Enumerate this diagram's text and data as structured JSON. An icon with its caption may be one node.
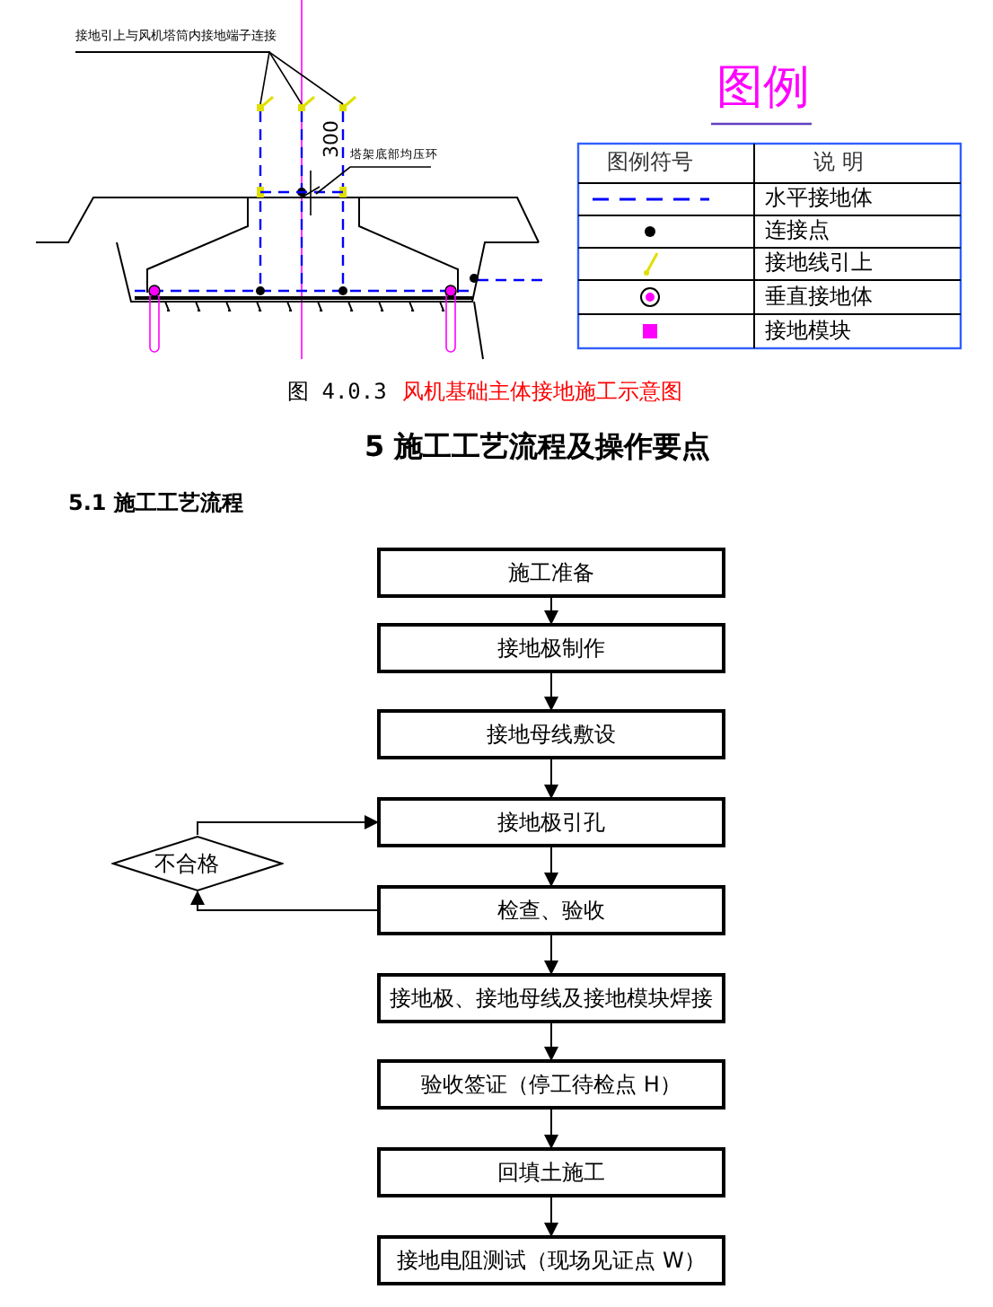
{
  "diagram": {
    "title": "5 施工工艺流程及操作要点",
    "nodes": [
      {
        "text": [
          "接地引上与风机塔筒内接地端子连接"
        ]
      },
      {
        "text": [
          "塔架底部均压环"
        ]
      },
      {
        "text": [
          "施工准备"
        ]
      },
      {
        "text": [
          "接地极制作"
        ]
      },
      {
        "text": [
          "接地母线敷设"
        ]
      },
      {
        "text": [
          "接地极引孔"
        ]
      },
      {
        "text": [
          "不合格"
        ]
      },
      {
        "text": [
          "检查、验收"
        ]
      },
      {
        "text": [
          "接地极、接地母线及接地模块焊接"
        ]
      },
      {
        "text": [
          "验收签证（停工待检点 H）"
        ]
      },
      {
        "text": [
          "回填土施工"
        ]
      },
      {
        "text": [
          "接地电阻测试（现场见证点 W）"
        ]
      },
      {
        "text": [],
        "shape": "mark"
      },
      {
        "text": [],
        "shape": "mark"
      },
      {
        "text": [],
        "shape": "mark"
      },
      {
        "text": [],
        "shape": "line"
      }
    ],
    "edges": [
      {
        "from": 0,
        "to": 12,
        "arrow": "none"
      },
      {
        "from": 0,
        "to": 13,
        "arrow": "none"
      },
      {
        "from": 0,
        "to": 14,
        "arrow": "none"
      },
      {
        "from": 1,
        "to": 15,
        "arrow": "none"
      },
      {
        "from": 2,
        "to": 3,
        "arrow": "to"
      },
      {
        "from": 3,
        "to": 4,
        "arrow": "to"
      },
      {
        "from": 4,
        "to": 5,
        "arrow": "to"
      },
      {
        "from": 5,
        "to": 7,
        "arrow": "to"
      },
      {
        "from": 7,
        "to": 6,
        "arrow": "to"
      },
      {
        "from": 6,
        "to": 5,
        "arrow": "to"
      },
      {
        "from": 7,
        "to": 8,
        "arrow": "to"
      },
      {
        "from": 8,
        "to": 9,
        "arrow": "to"
      },
      {
        "from": 9,
        "to": 10,
        "arrow": "to"
      },
      {
        "from": 10,
        "to": 11,
        "arrow": "to"
      }
    ],
    "labels": [
      "300",
      "图例",
      "图例符号",
      "说 明",
      "图 4.0.3",
      "风机基础主体接地施工示意图",
      "5.1 施工工艺流程"
    ],
    "legend": [
      {
        "text": "水平接地体"
      },
      {
        "text": "连接点"
      },
      {
        "text": "接地线引上"
      },
      {
        "text": "垂直接地体"
      },
      {
        "text": "接地模块"
      }
    ]
  }
}
